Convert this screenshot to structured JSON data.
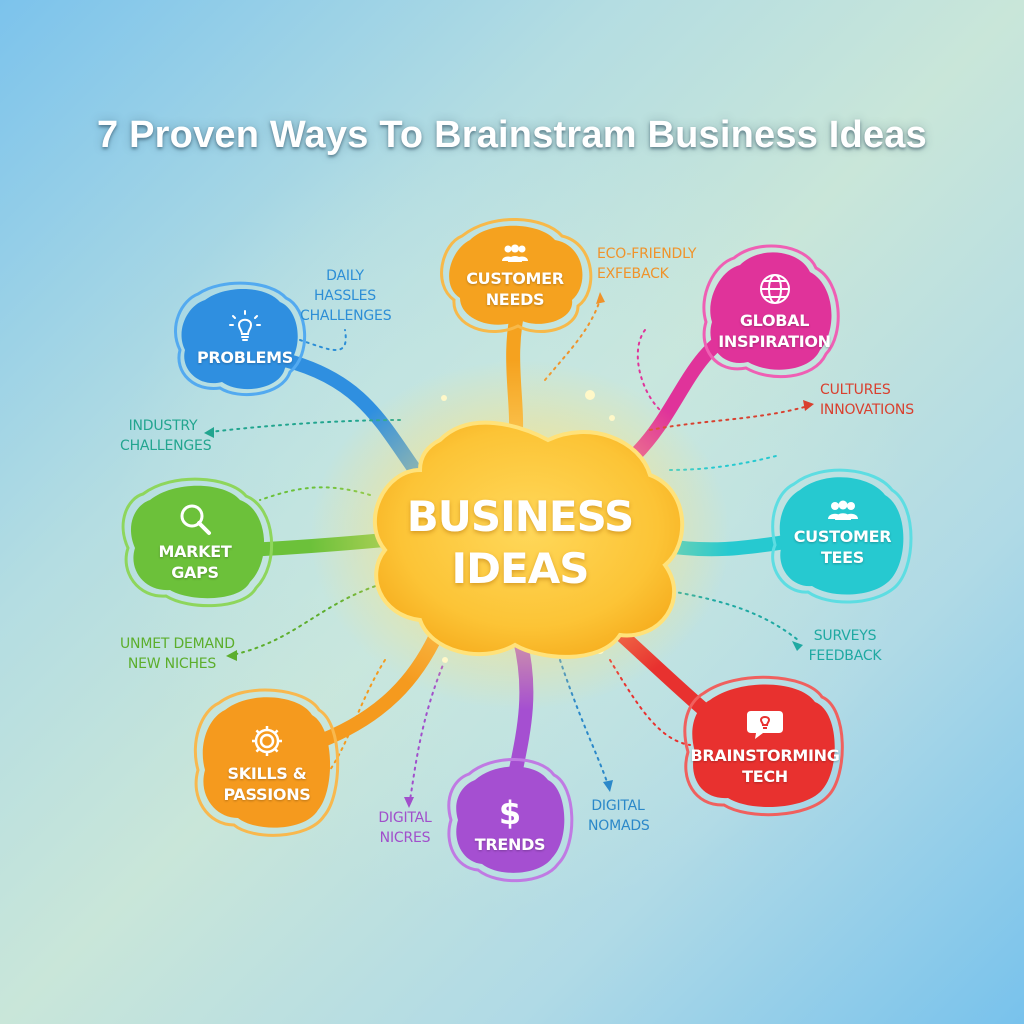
{
  "title": "7 Proven Ways To Brainstram Business Ideas",
  "hub": {
    "line1": "BUSINESS",
    "line2": "IDEAS"
  },
  "nodes": {
    "customer_needs": {
      "line1": "CUSTOMER",
      "line2": "NEEDS",
      "icon": "people-icon",
      "color": "#f5a21f"
    },
    "problems": {
      "line1": "PROBLEMS",
      "icon": "lightbulb-icon",
      "color": "#2f8fe0"
    },
    "global": {
      "line1": "GLOBAL",
      "line2": "INSPIRATION",
      "icon": "globe-icon",
      "color": "#e0339a"
    },
    "market_gaps": {
      "line1": "MARKET GAPS",
      "icon": "magnifier-icon",
      "color": "#6cc13a"
    },
    "customer_tees": {
      "line1": "CUSTOMER",
      "line2": "TEES",
      "icon": "people-icon",
      "color": "#26c9d0"
    },
    "skills": {
      "line1": "SKILLS &",
      "line2": "PASSIONS",
      "icon": "gear-icon",
      "color": "#f59a1e"
    },
    "trends": {
      "line1": "TRENDS",
      "icon": "dollar-icon",
      "color": "#a54fd1"
    },
    "brainstorming": {
      "line1": "BRAINSTORMING",
      "line2": "TECH",
      "icon": "idea-bubble-icon",
      "color": "#e8312f"
    }
  },
  "notes": {
    "eco": {
      "line1": "ECO-FRIENDLY",
      "line2": "EXFEBACK",
      "color": "#f0932a"
    },
    "daily": {
      "line1": "DAILY",
      "line2": "HASSLES",
      "line3": "CHALLENGES",
      "color": "#2c8ed6"
    },
    "industry": {
      "line1": "INDUSTRY",
      "line2": "CHALLENGES",
      "color": "#22a58f"
    },
    "cultures": {
      "line1": "CULTURES",
      "line2": "INNOVATIONS",
      "color": "#d9402f"
    },
    "unmet": {
      "line1": "UNMET DEMAND",
      "line2": "NEW NICHES",
      "color": "#5cae2c"
    },
    "surveys": {
      "line1": "SURVEYS",
      "line2": "FEEDBACK",
      "color": "#1fa9a2"
    },
    "digital_niches": {
      "line1": "DIGITAL",
      "line2": "NICRES",
      "color": "#a14fcb"
    },
    "digital_nomads": {
      "line1": "DIGITAL",
      "line2": "NOMADS",
      "color": "#2b88c9"
    }
  }
}
